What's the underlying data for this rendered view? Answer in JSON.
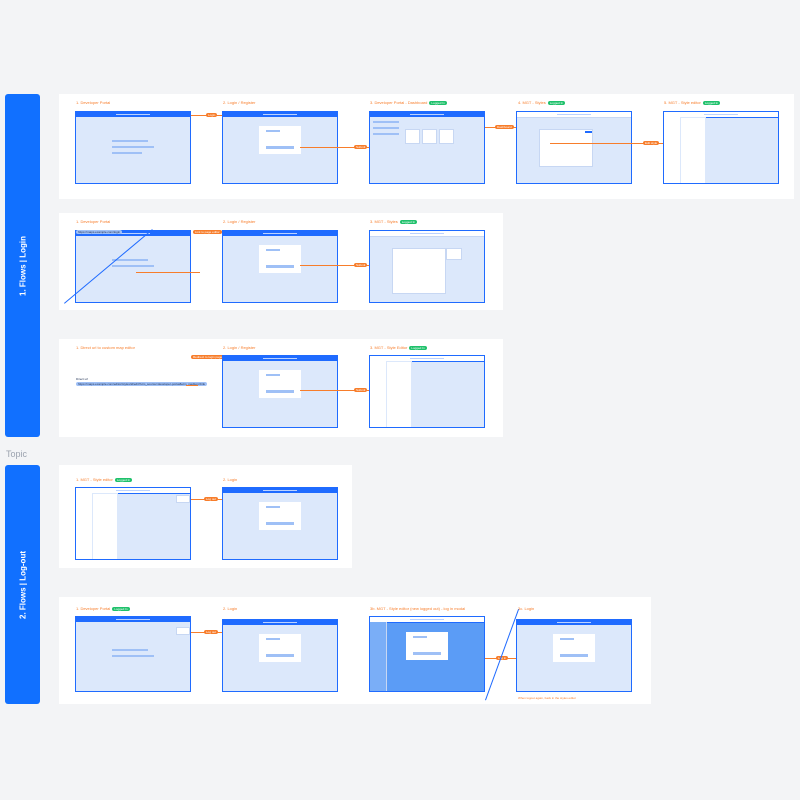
{
  "sections": [
    {
      "label": "1. Flows | Login"
    },
    {
      "label": "2. Flows | Log-out"
    }
  ],
  "topic_label": "Topic",
  "row1": {
    "steps": [
      {
        "label": "1. Developer Portal"
      },
      {
        "label": "2. Login / Register"
      },
      {
        "label": "3. Developer Portal - Dashboard",
        "badge": "Logged In"
      },
      {
        "label": "4. MGT - Styles",
        "badge": "Logged In"
      },
      {
        "label": "5. MGT - Style editor",
        "badge": "Logged In"
      }
    ],
    "pills": [
      "Login",
      "Submit",
      "Dashboard",
      "Edit style"
    ]
  },
  "row2": {
    "steps": [
      {
        "label": "1. Developer Portal"
      },
      {
        "label": "2. Login / Register"
      },
      {
        "label": "3. MGT - Styles",
        "badge": "Logged In"
      }
    ],
    "pills": [
      "Link to page editor",
      "Submit"
    ],
    "url": "https://maps.example.com/login"
  },
  "row3": {
    "steps": [
      {
        "label": "1. Direct url to custom map editor"
      },
      {
        "label": "2. Login / Register"
      },
      {
        "label": "3. MGT - Style Editor",
        "badge": "Logged In"
      }
    ],
    "pills": [
      "Redirect to login page",
      "Submit"
    ],
    "url_title": "Direct url",
    "url": "https://maps.example.com/editor/styles/id/edit?utm_source=developer-portal&utm_medium=link"
  },
  "row4": {
    "steps": [
      {
        "label": "1. MGT - Style editor",
        "badge": "Logged In"
      },
      {
        "label": "2. Login"
      }
    ],
    "pills": [
      "Log out"
    ]
  },
  "row5": {
    "steps": [
      {
        "label": "1. Developer Portal",
        "badge": "Logged In"
      },
      {
        "label": "2. Login"
      },
      {
        "label": "3b. MGT - Style editor (new logged out) - log in modal"
      },
      {
        "label": "3c. Login"
      }
    ],
    "pills": [
      "Log out",
      "Log in"
    ],
    "note": "When logout again, back in the styles editor"
  }
}
